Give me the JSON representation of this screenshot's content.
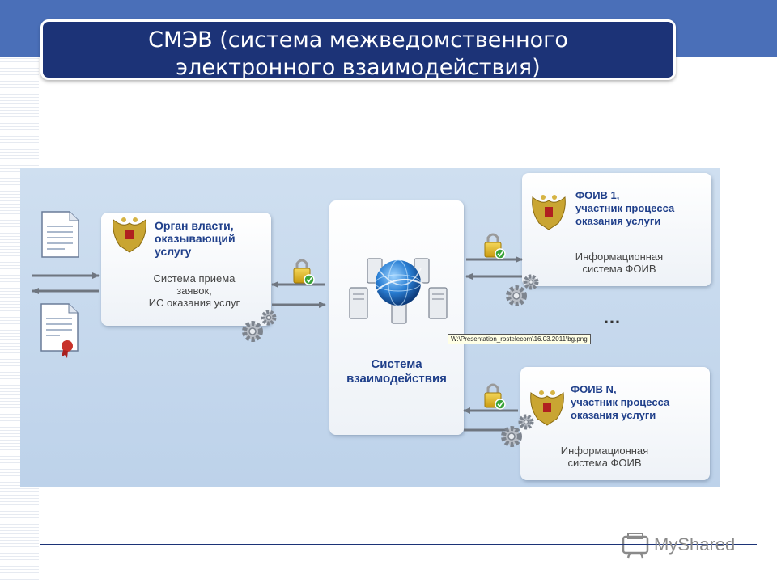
{
  "title": {
    "line1": "СМЭВ (система межведомственного",
    "line2": "электронного взаимодействия)"
  },
  "diagram": {
    "organ": {
      "heading": [
        "Орган власти,",
        "оказывающий",
        "услугу"
      ],
      "body": [
        "Система приема",
        "заявок,",
        "ИС оказания услуг"
      ]
    },
    "center": {
      "label": [
        "Система",
        "взаимодействия"
      ]
    },
    "foiv1": {
      "heading": [
        "ФОИВ 1,",
        "участник процесса",
        "оказания услуги"
      ],
      "body": [
        "Информационная",
        "система ФОИВ"
      ]
    },
    "foivN": {
      "heading": [
        "ФОИВ N,",
        "участник процесса",
        "оказания услуги"
      ],
      "body": [
        "Информационная",
        "система ФОИВ"
      ]
    },
    "ellipsis": "…",
    "tooltip": "W:\\Presentation_rostelecom\\16.03.2011\\bg.png"
  },
  "brand": {
    "name": "MyShared"
  },
  "colors": {
    "header_band": "#4a6fb8",
    "title_box": "#1c3377",
    "diagram_bg": "#c6d8ec",
    "heading_text": "#1f3f8a",
    "arrow": "#6f7680",
    "lock_gold": "#d9b21c",
    "check_green": "#3aa33a"
  },
  "icons": [
    "document-icon",
    "certificate-icon",
    "coat-of-arms-icon",
    "lock-icon",
    "gears-icon",
    "server-icon",
    "globe-icon",
    "myshared-logo-icon"
  ]
}
